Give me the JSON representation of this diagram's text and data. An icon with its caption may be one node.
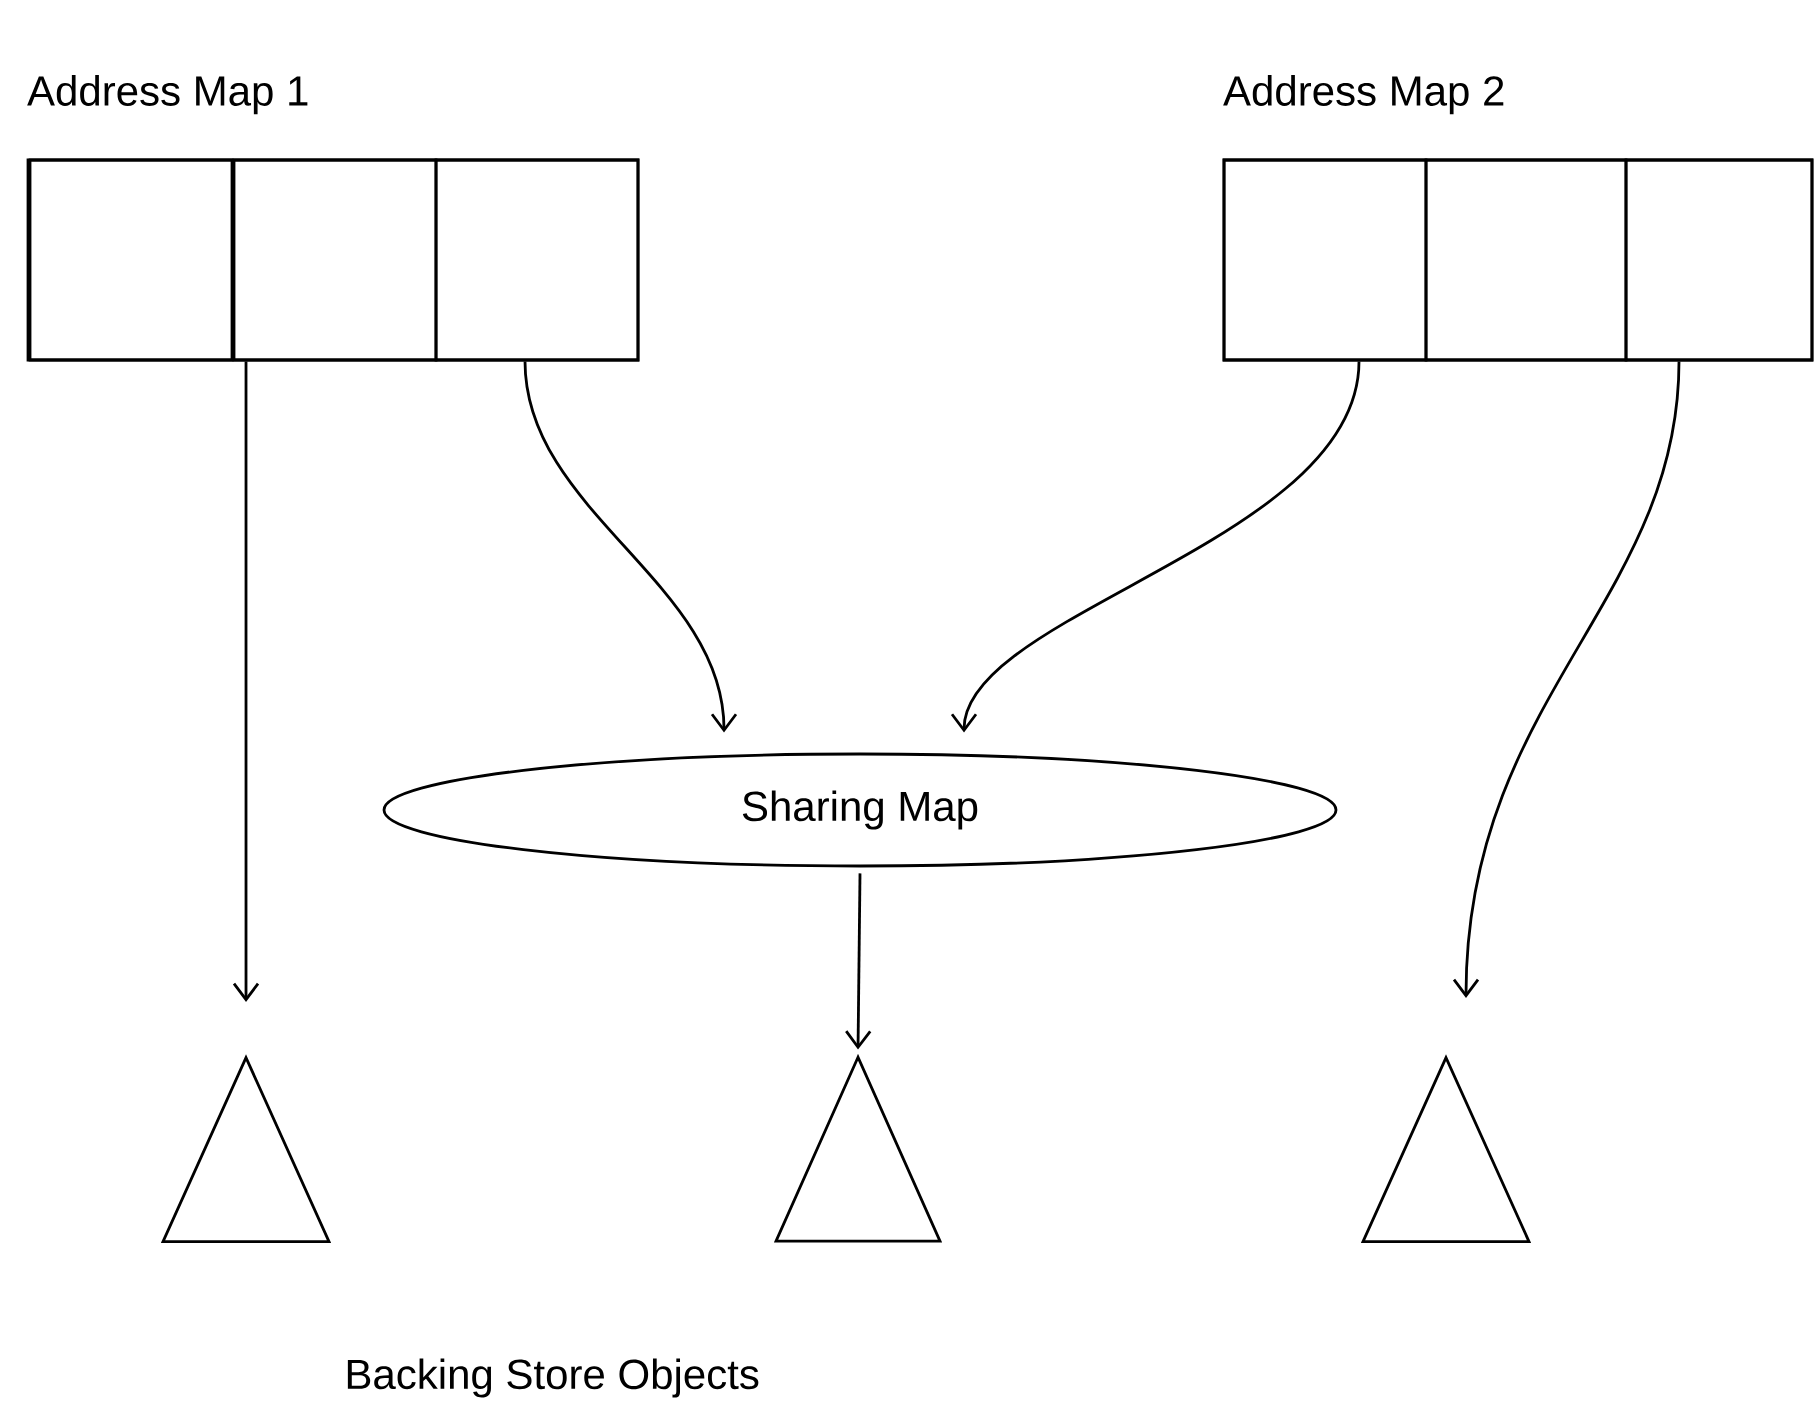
{
  "diagram": {
    "nodes": [
      {
        "text": [
          "Address Map 1"
        ]
      },
      {
        "text": [],
        "shape": "box",
        "in": 0
      },
      {
        "text": [],
        "shape": "box",
        "in": 0
      },
      {
        "text": [],
        "shape": "box",
        "in": 0
      },
      {
        "text": [
          "Address Map 2"
        ]
      },
      {
        "text": [],
        "shape": "box",
        "in": 4
      },
      {
        "text": [],
        "shape": "box",
        "in": 4
      },
      {
        "text": [],
        "shape": "box",
        "in": 4
      },
      {
        "text": [
          "Sharing Map"
        ]
      },
      {
        "text": [],
        "shape": "triangle"
      },
      {
        "text": [],
        "shape": "triangle"
      },
      {
        "text": [],
        "shape": "triangle"
      }
    ],
    "edges": [
      {
        "from": 2,
        "to": 9,
        "arrow": "to"
      },
      {
        "from": 3,
        "to": 8,
        "arrow": "to"
      },
      {
        "from": 5,
        "to": 8,
        "arrow": "to"
      },
      {
        "from": 8,
        "to": 10,
        "arrow": "to"
      },
      {
        "from": 7,
        "to": 11,
        "arrow": "to"
      }
    ],
    "labels": [
      "Backing Store Objects"
    ]
  }
}
